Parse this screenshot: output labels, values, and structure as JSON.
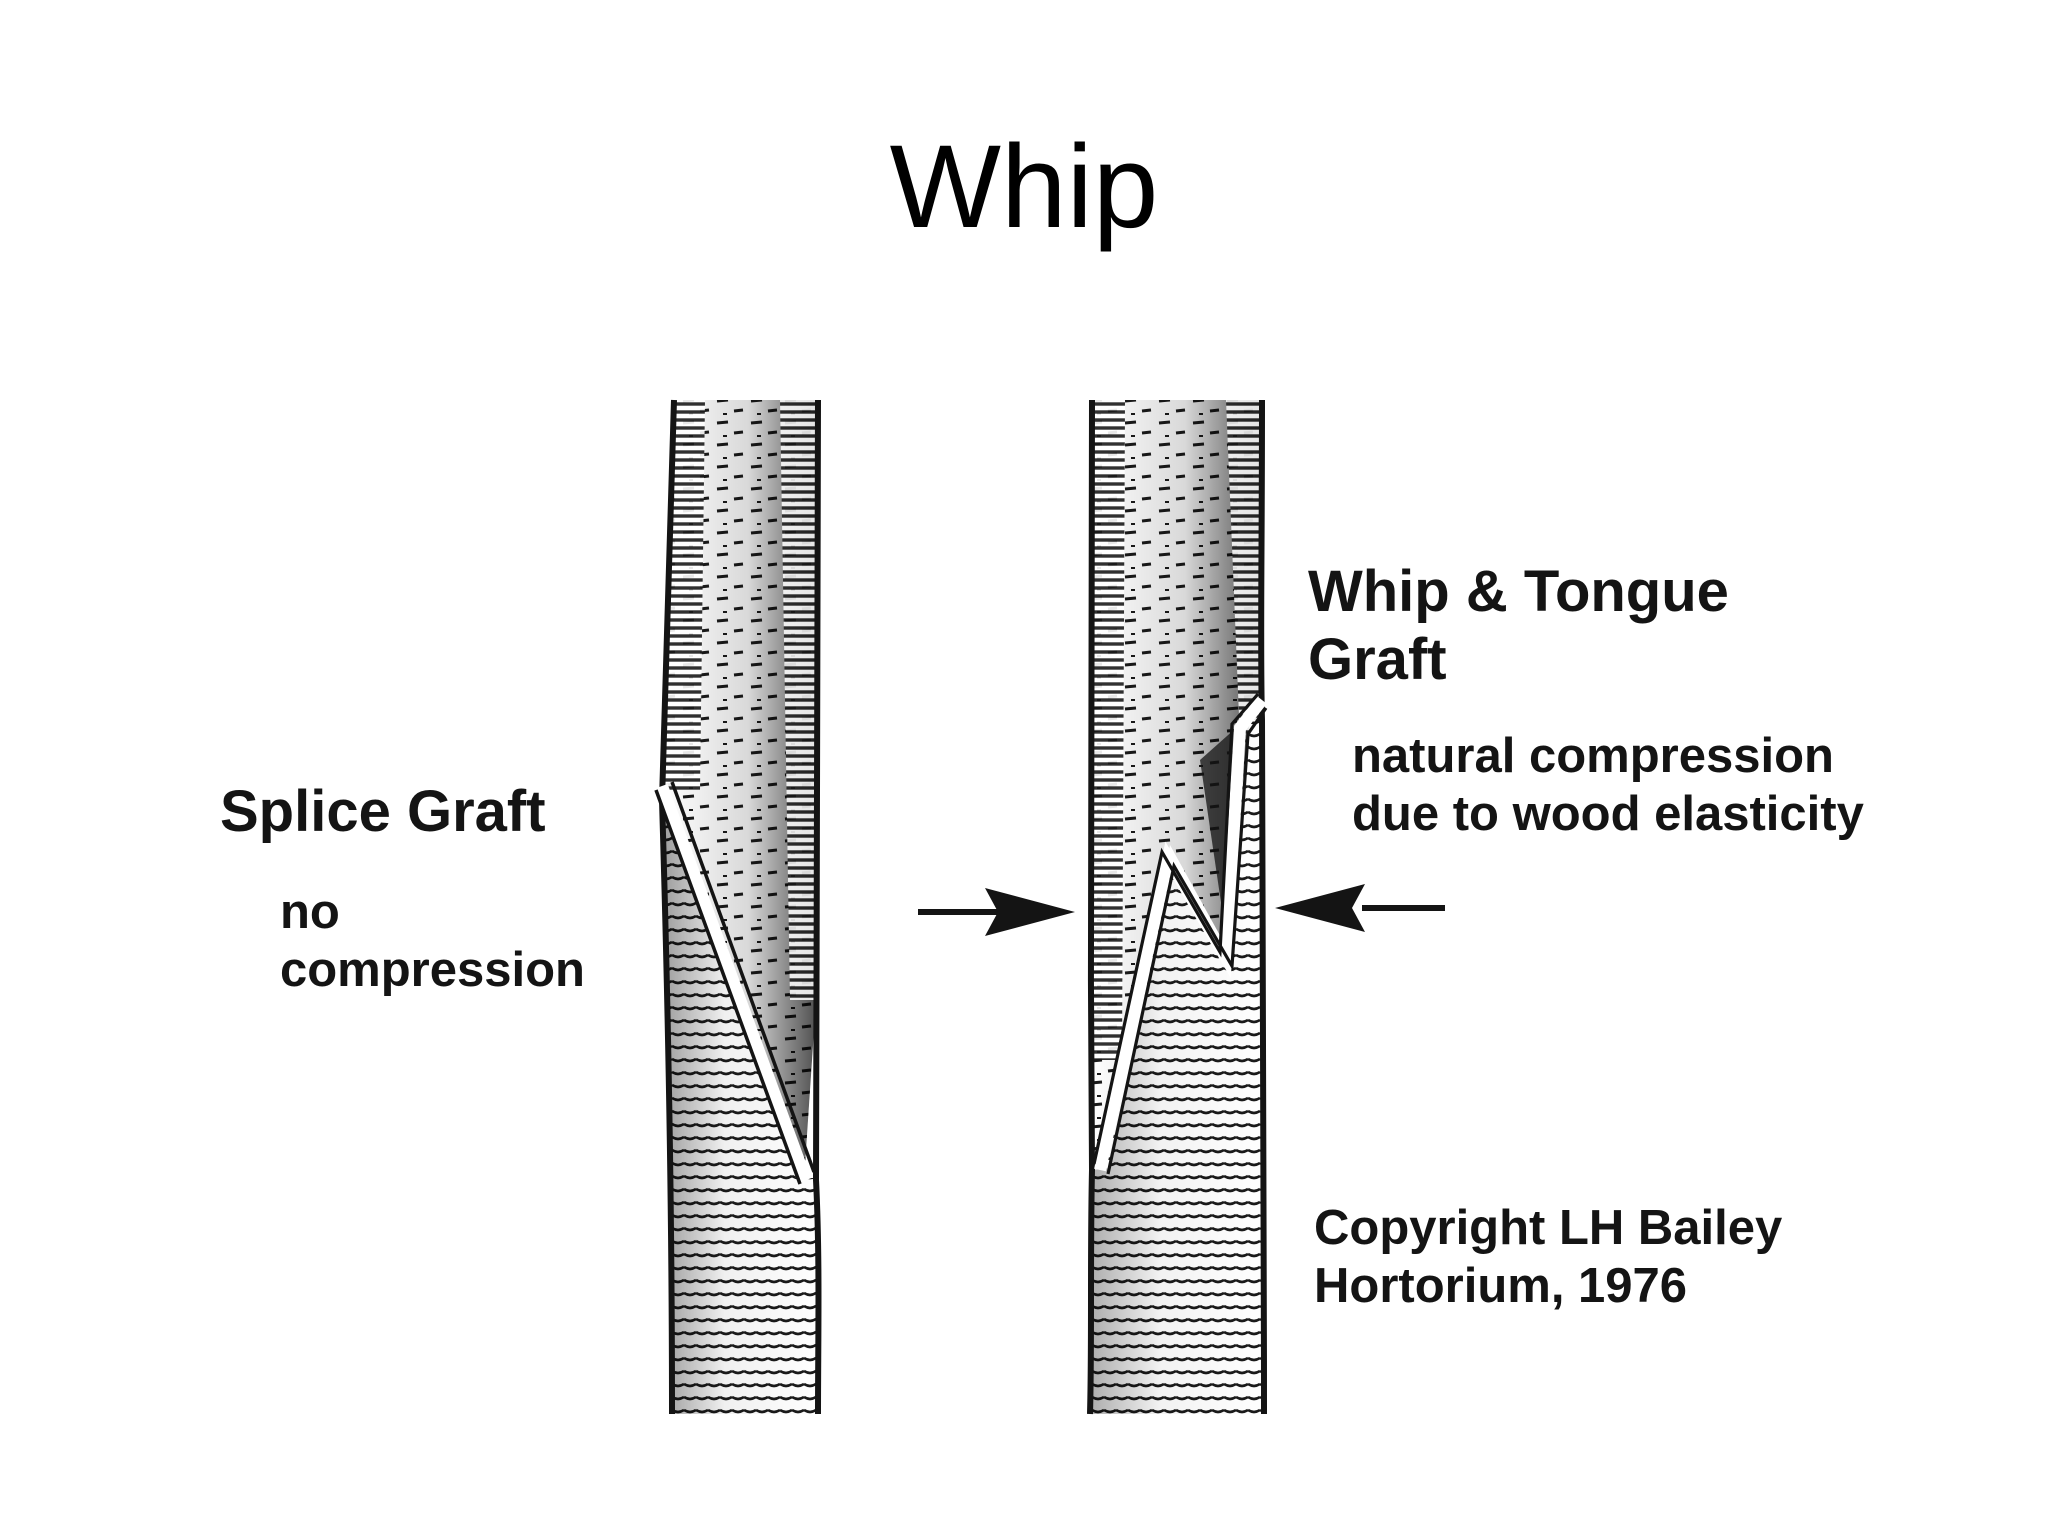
{
  "slide": {
    "title": "Whip"
  },
  "diagram": {
    "splice": {
      "name": "Splice Graft",
      "note_line1": "no",
      "note_line2": "compression"
    },
    "whip_tongue": {
      "name_line1": "Whip & Tongue",
      "name_line2": "Graft",
      "note_line1": "natural compression",
      "note_line2": "due to wood elasticity"
    },
    "credit": {
      "line1": "Copyright LH Bailey",
      "line2": "Hortorium, 1976"
    },
    "ink_color": "#141414"
  }
}
